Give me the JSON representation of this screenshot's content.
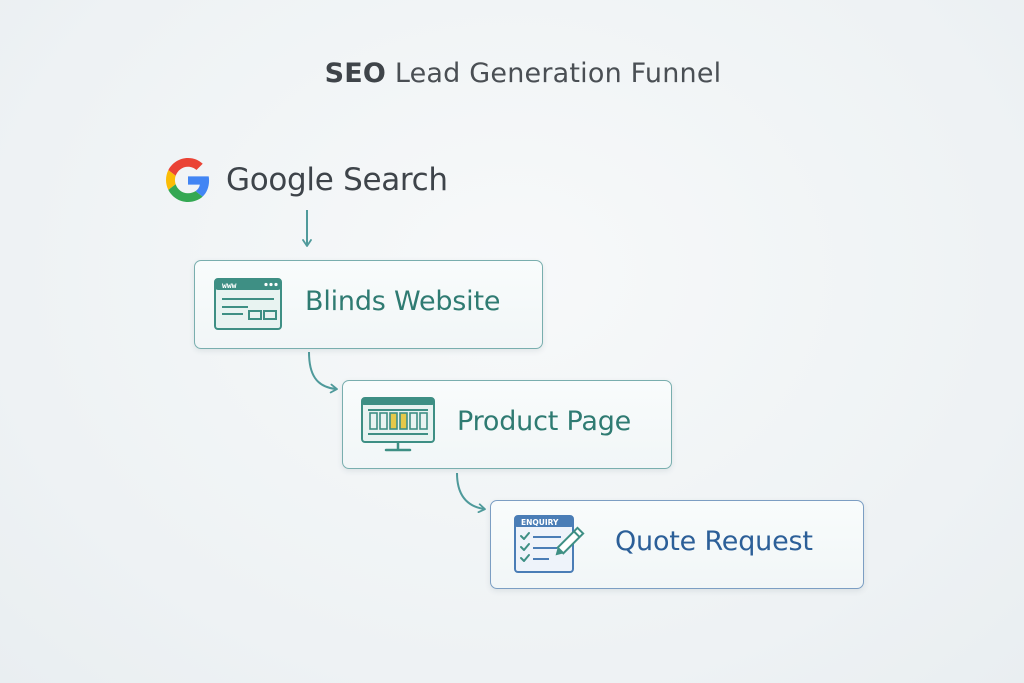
{
  "diagram": {
    "title_bold": "SEO",
    "title_rest": " Lead Generation Funnel",
    "start": {
      "label": "Google Search",
      "icon": "google-g-icon"
    },
    "steps": [
      {
        "label": "Blinds Website",
        "icon": "website-browser-icon"
      },
      {
        "label": "Product Page",
        "icon": "product-monitor-icon"
      },
      {
        "label": "Quote Request",
        "icon": "enquiry-form-icon",
        "icon_text": "ENQUIRY"
      }
    ],
    "colors": {
      "teal": "#2f7b72",
      "teal_border": "#79aeae",
      "blue": "#2c5f98",
      "blue_border": "#7c9ec3",
      "arrow": "#4f9a9b",
      "highlight": "#e6c84a"
    }
  }
}
